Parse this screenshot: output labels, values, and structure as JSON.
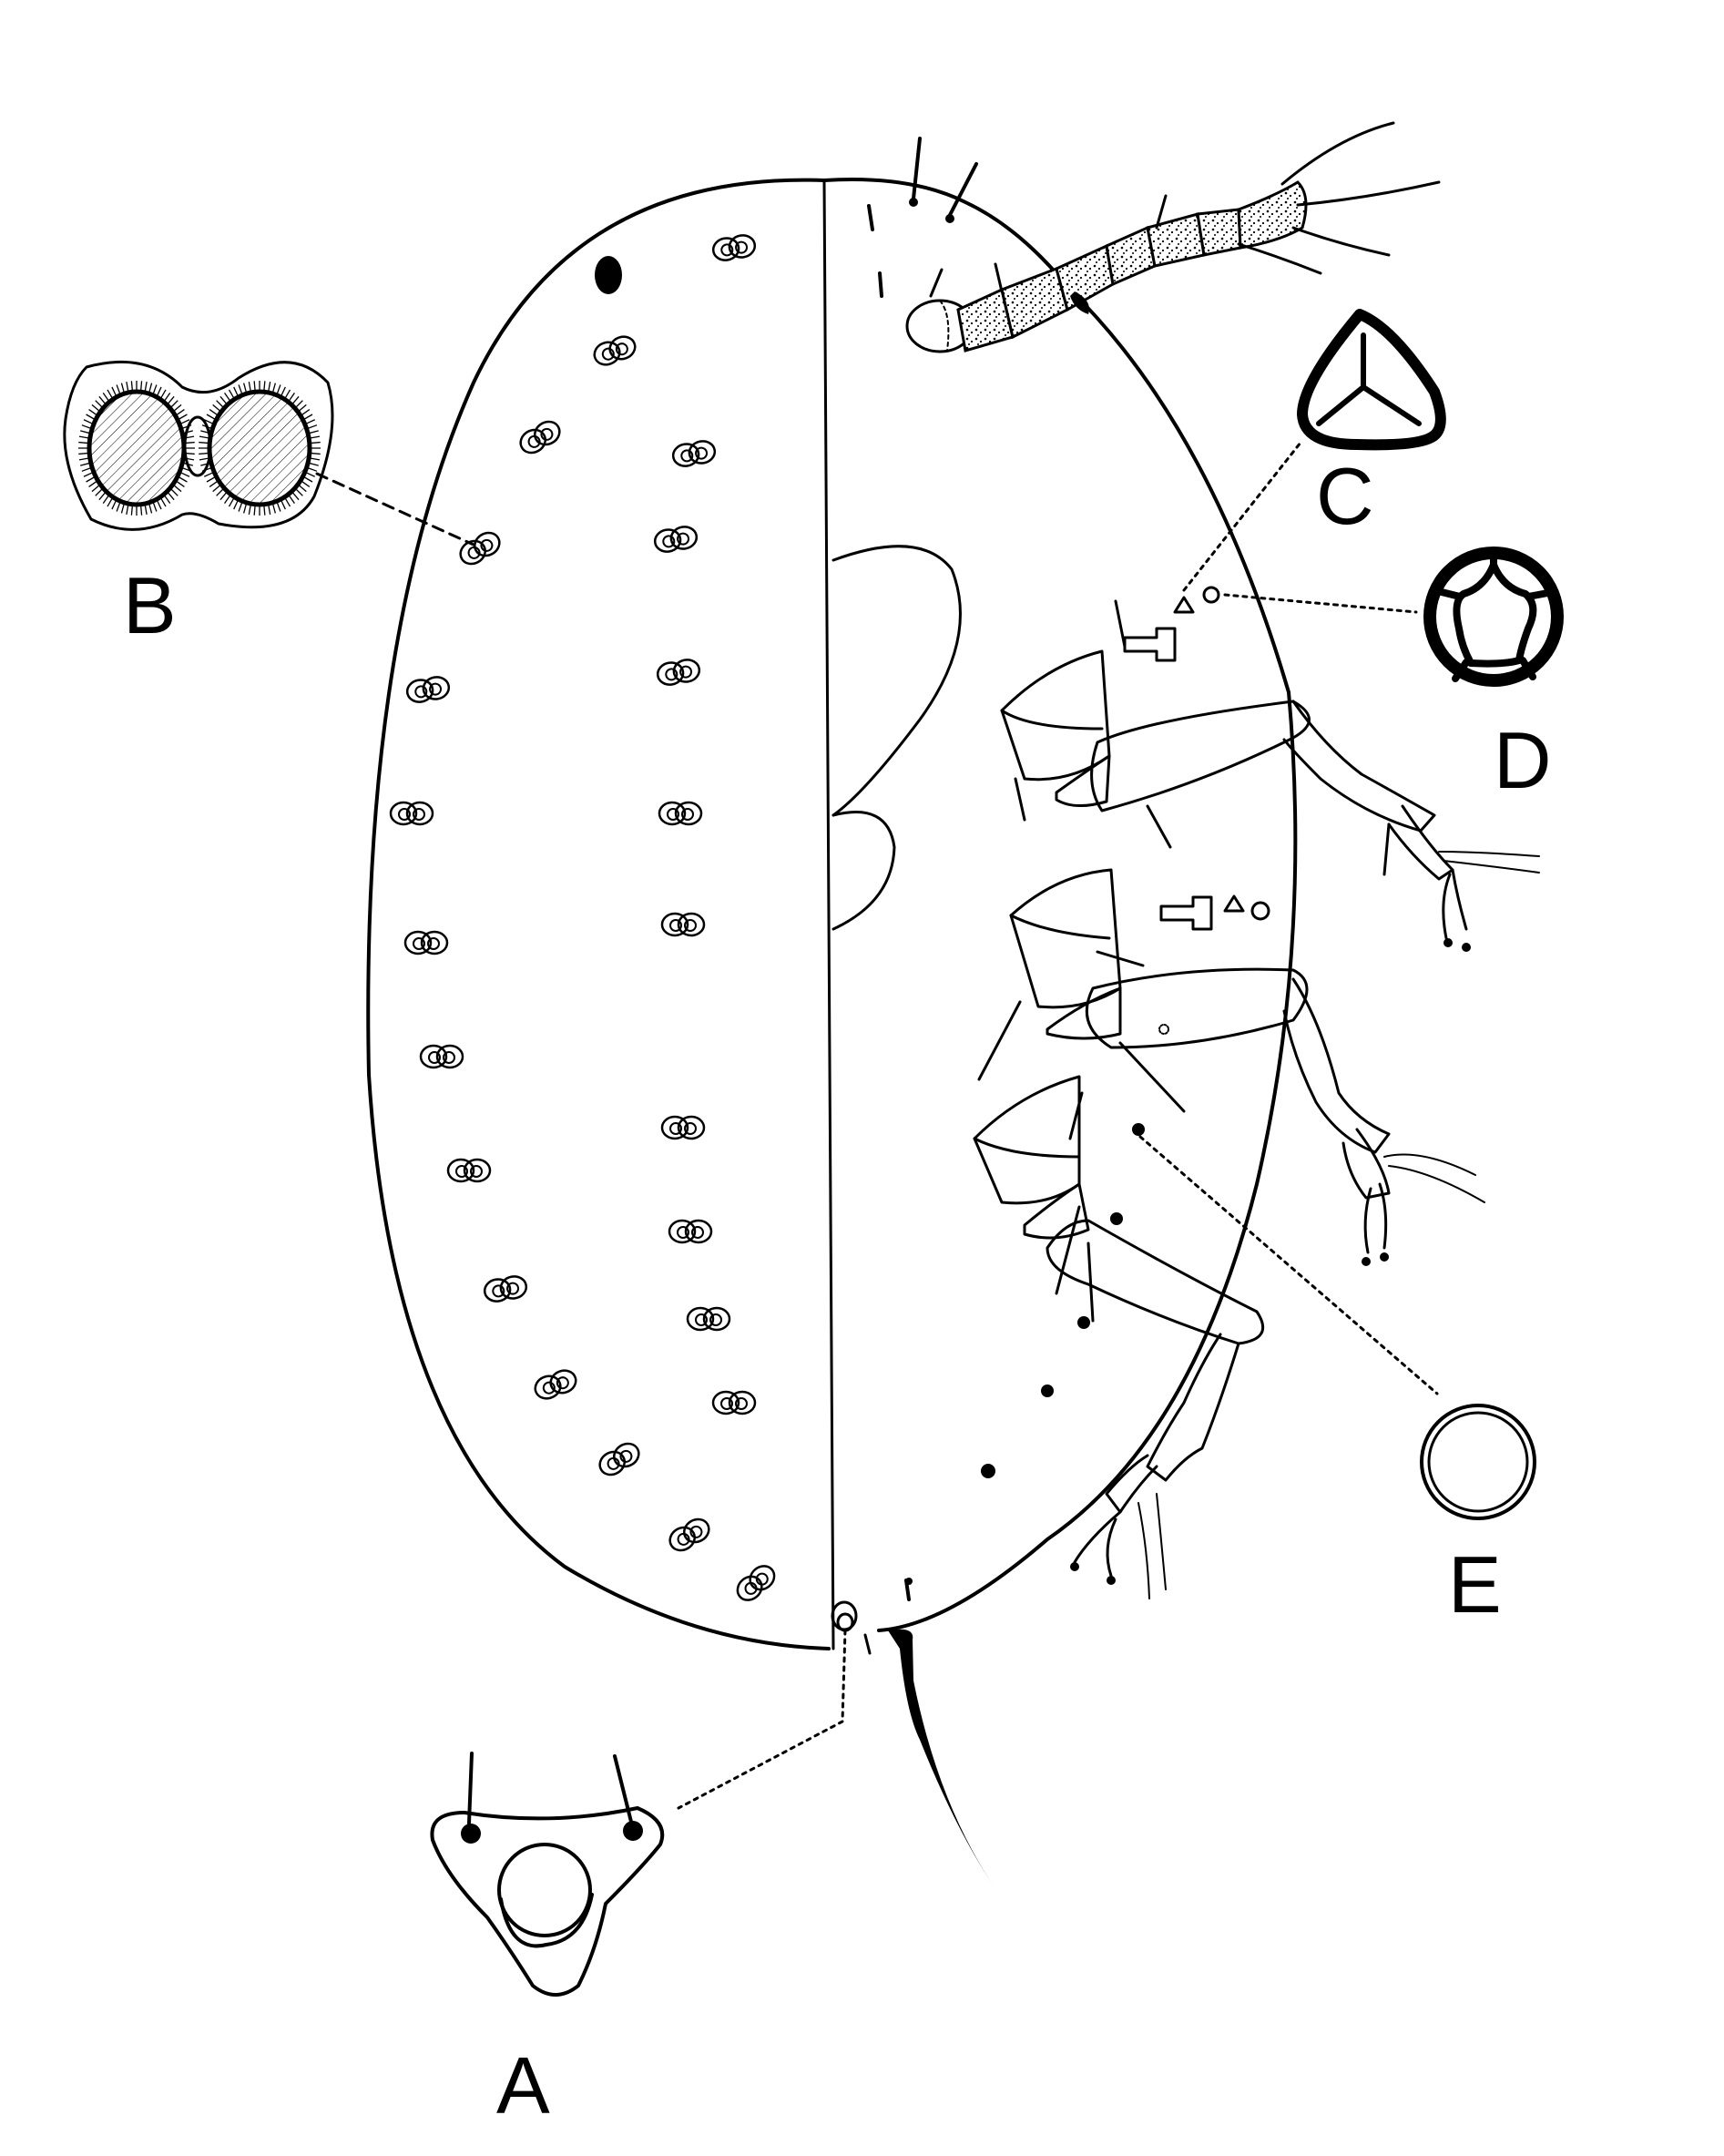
{
  "figure": {
    "labels": {
      "a": "A",
      "b": "B",
      "c": "C",
      "d": "D",
      "e": "E"
    },
    "ink_color": "#000000",
    "paper_color": "#ffffff"
  }
}
